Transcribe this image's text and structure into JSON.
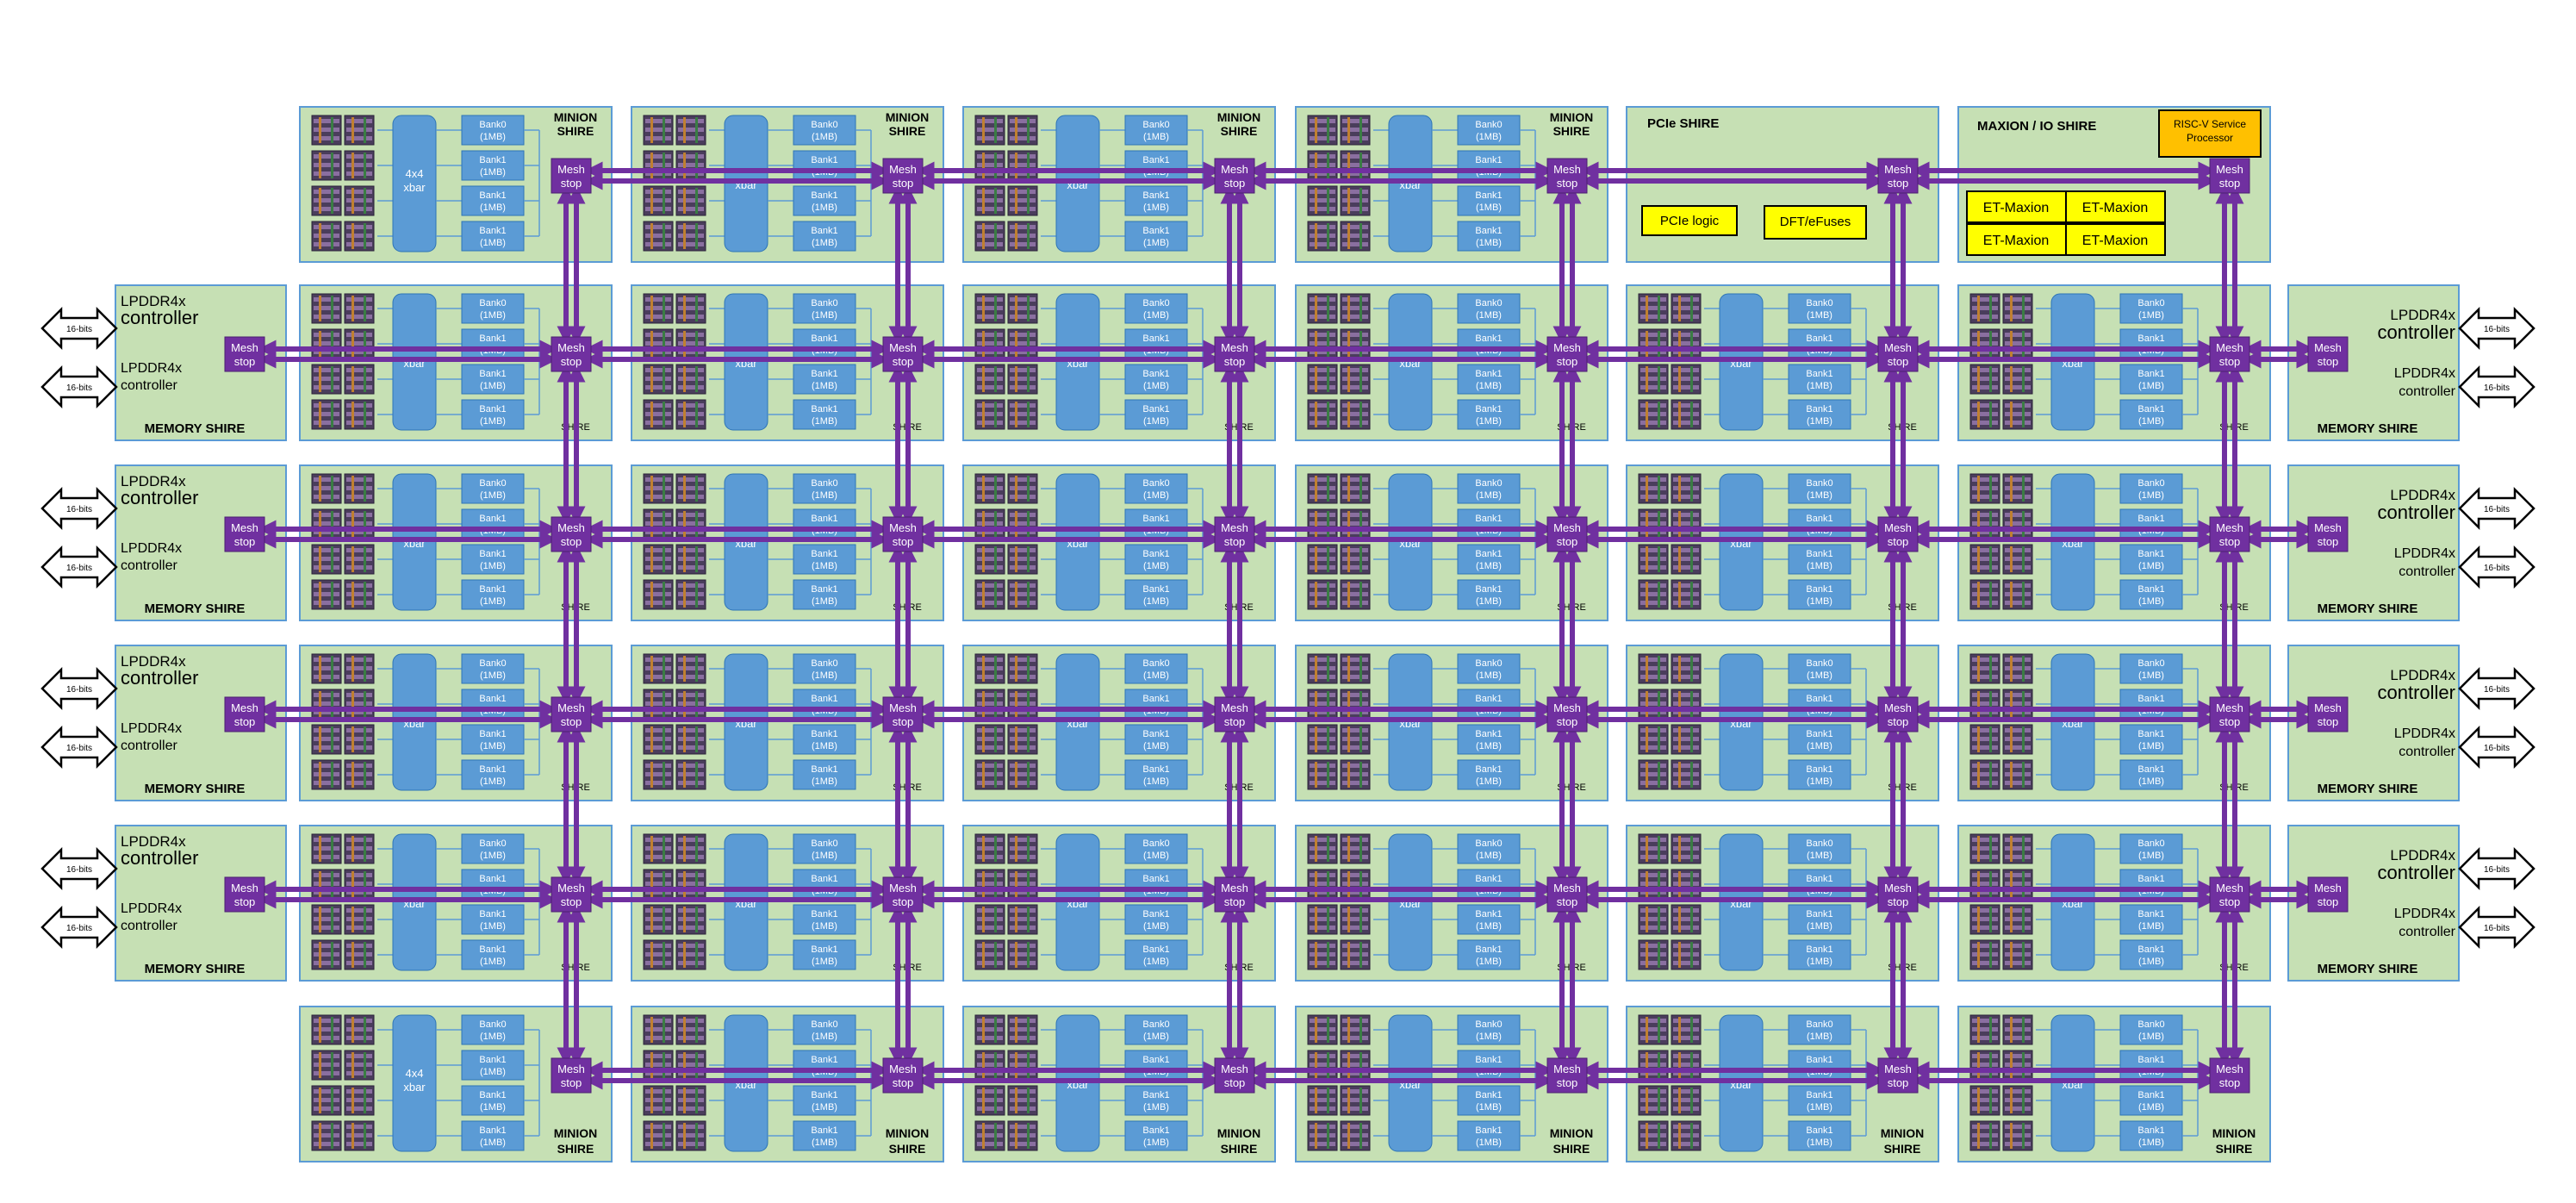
{
  "labels": {
    "minion_shire_line1": "MINION",
    "minion_shire_line2": "SHIRE",
    "shire_tag": "SHIRE",
    "xbar": "xbar",
    "xbar_4x4": "4x4",
    "bank0": "Bank0",
    "bank1": "Bank1",
    "bank_size": "(1MB)",
    "mesh_line1": "Mesh",
    "mesh_line2": "stop",
    "memory_shire": "MEMORY SHIRE",
    "lpddr_line1": "LPDDR4x",
    "lpddr_line2": "controller",
    "bus_width": "16-bits",
    "pcie_shire": "PCIe SHIRE",
    "pcie_logic": "PCIe logic",
    "dft_efuses": "DFT/eFuses",
    "maxion_io_shire": "MAXION / IO SHIRE",
    "risc_v_line1": "RISC-V Service",
    "risc_v_line2": "Processor",
    "et_maxion": "ET-Maxion"
  },
  "colors": {
    "shire_fill": "#c6e0b4",
    "shire_border": "#5b9bd5",
    "mesh": "#7030a0",
    "mesh_stop": "#7030a0",
    "xbar": "#5b9bd5",
    "bank": "#5b9bd5",
    "core": "#4a3d5c",
    "yellow": "#ffff00",
    "orange": "#ffc000"
  },
  "grid": {
    "rows": 6,
    "columns": 6,
    "minion_rows": [
      0,
      5
    ],
    "memory_rows": [
      1,
      2,
      3,
      4
    ],
    "pcie_cell": [
      0,
      4
    ],
    "maxion_cell": [
      0,
      5
    ]
  }
}
